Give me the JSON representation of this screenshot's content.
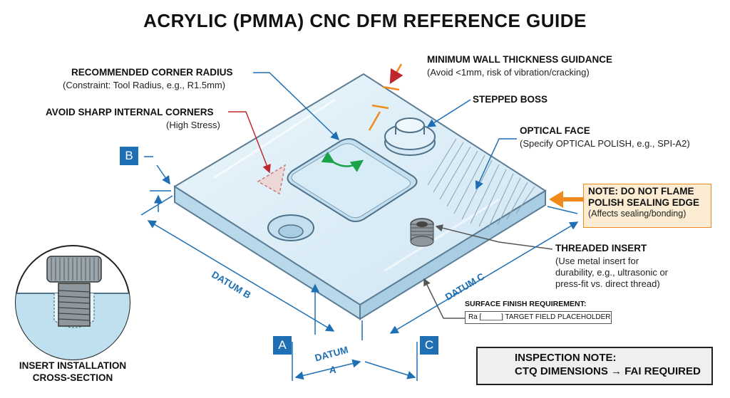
{
  "title": "ACRYLIC (PMMA) CNC DFM REFERENCE GUIDE",
  "callouts": {
    "corner_radius": {
      "heading": "RECOMMENDED CORNER RADIUS",
      "detail": "(Constraint: Tool Radius, e.g., R1.5mm)"
    },
    "sharp_corners": {
      "heading": "AVOID SHARP INTERNAL CORNERS",
      "detail": "(High Stress)"
    },
    "wall_thickness": {
      "heading": "MINIMUM WALL THICKNESS GUIDANCE",
      "detail": "(Avoid <1mm, risk of vibration/cracking)"
    },
    "stepped_boss": {
      "heading": "STEPPED BOSS"
    },
    "optical_face": {
      "heading": "OPTICAL FACE",
      "detail": "(Specify OPTICAL POLISH, e.g., SPI-A2)"
    },
    "threaded_insert": {
      "heading": "THREADED INSERT",
      "detail_lines": [
        "(Use metal insert for",
        "durability, e.g., ultrasonic or",
        "press-fit vs. direct thread)"
      ]
    },
    "surface_finish": {
      "heading": "SURFACE FINISH REQUIREMENT:",
      "field": "Ra [_____] TARGET FIELD PLACEHOLDER"
    }
  },
  "note": {
    "lines": [
      "NOTE: DO NOT FLAME",
      "POLISH SEALING EDGE"
    ],
    "detail": "(Affects sealing/bonding)"
  },
  "inspection": {
    "lines": [
      "INSPECTION NOTE:",
      "CTQ DIMENSIONS → FAI REQUIRED"
    ]
  },
  "datums": {
    "a_box": "A",
    "b_box": "B",
    "c_box": "C",
    "datum_b": "DATUM B",
    "datum_c": "DATUM C",
    "datum_a": [
      "DATUM",
      "A"
    ]
  },
  "inset": {
    "label": [
      "INSERT INSTALLATION",
      "CROSS-SECTION"
    ]
  },
  "colors": {
    "accent_blue": "#1f6fb5",
    "orange": "#f08a1c",
    "red": "#c0272d",
    "green": "#1aa34a",
    "acrylic": "#d9ecf7"
  }
}
